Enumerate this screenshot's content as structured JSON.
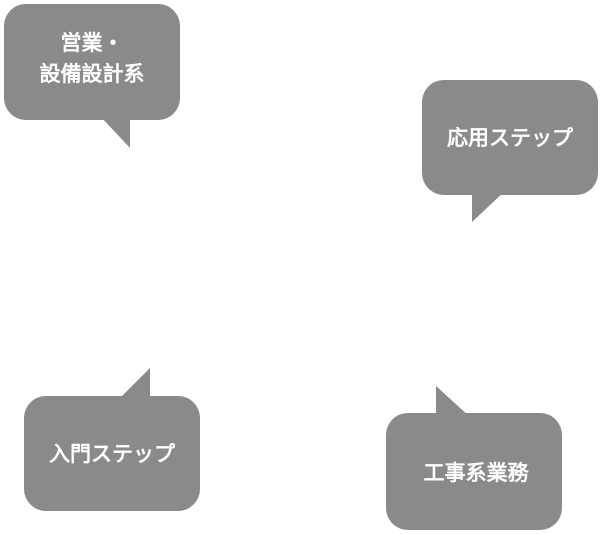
{
  "colors": {
    "bubble_fill": "#8a8a8a",
    "bubble_text": "#ffffff",
    "background": "#ffffff"
  },
  "bubbles": [
    {
      "id": "sales-design",
      "lines": [
        "営業・",
        "設備設計系"
      ]
    },
    {
      "id": "applied-step",
      "lines": [
        "応用ステップ"
      ]
    },
    {
      "id": "intro-step",
      "lines": [
        "入門ステップ"
      ]
    },
    {
      "id": "construction",
      "lines": [
        "工事系業務"
      ]
    }
  ]
}
